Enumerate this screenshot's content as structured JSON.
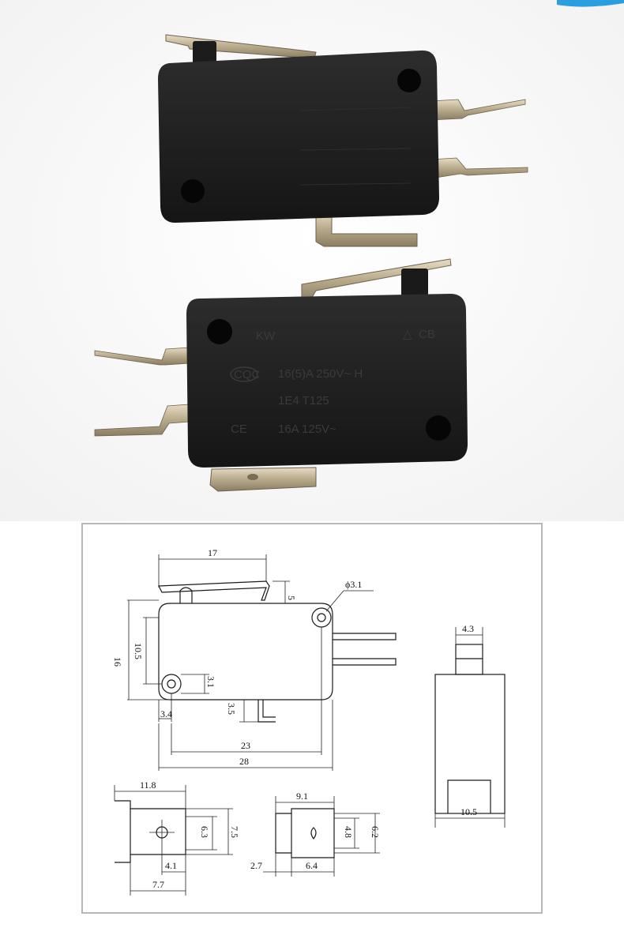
{
  "photo": {
    "switch_top": {
      "markings": []
    },
    "switch_bottom": {
      "markings": {
        "brand": "KW",
        "cert_left": "CQC",
        "cert_right": "CB",
        "rating_1": "16(5)A 250V~ H",
        "rating_2": "1E4 T125",
        "rating_3": "16A 125V~",
        "ce": "CE"
      }
    },
    "accent_color": "#2a9fe0"
  },
  "drawing": {
    "side_view": {
      "dim_actuator_length": "17",
      "dim_actuator_height": "5",
      "dim_hole_diameter": "ϕ3.1",
      "dim_height_total": "16",
      "dim_height_inner": "10.5",
      "dim_hole_offset": "3.1",
      "dim_hole_x": "3.4",
      "dim_terminal_offset": "3.5",
      "dim_hole_pitch": "23",
      "dim_length": "28"
    },
    "end_view": {
      "dim_plunger_width": "4.3",
      "dim_body_width": "10.5"
    },
    "terminal_a": {
      "dim_width": "11.8",
      "dim_inner": "6.3",
      "dim_outer": "7.5",
      "dim_hole": "4.1",
      "dim_bottom": "7.7"
    },
    "terminal_b": {
      "dim_width": "9.1",
      "dim_inner": "4.8",
      "dim_outer": "6.2",
      "dim_left": "2.7",
      "dim_bottom": "6.4"
    }
  }
}
